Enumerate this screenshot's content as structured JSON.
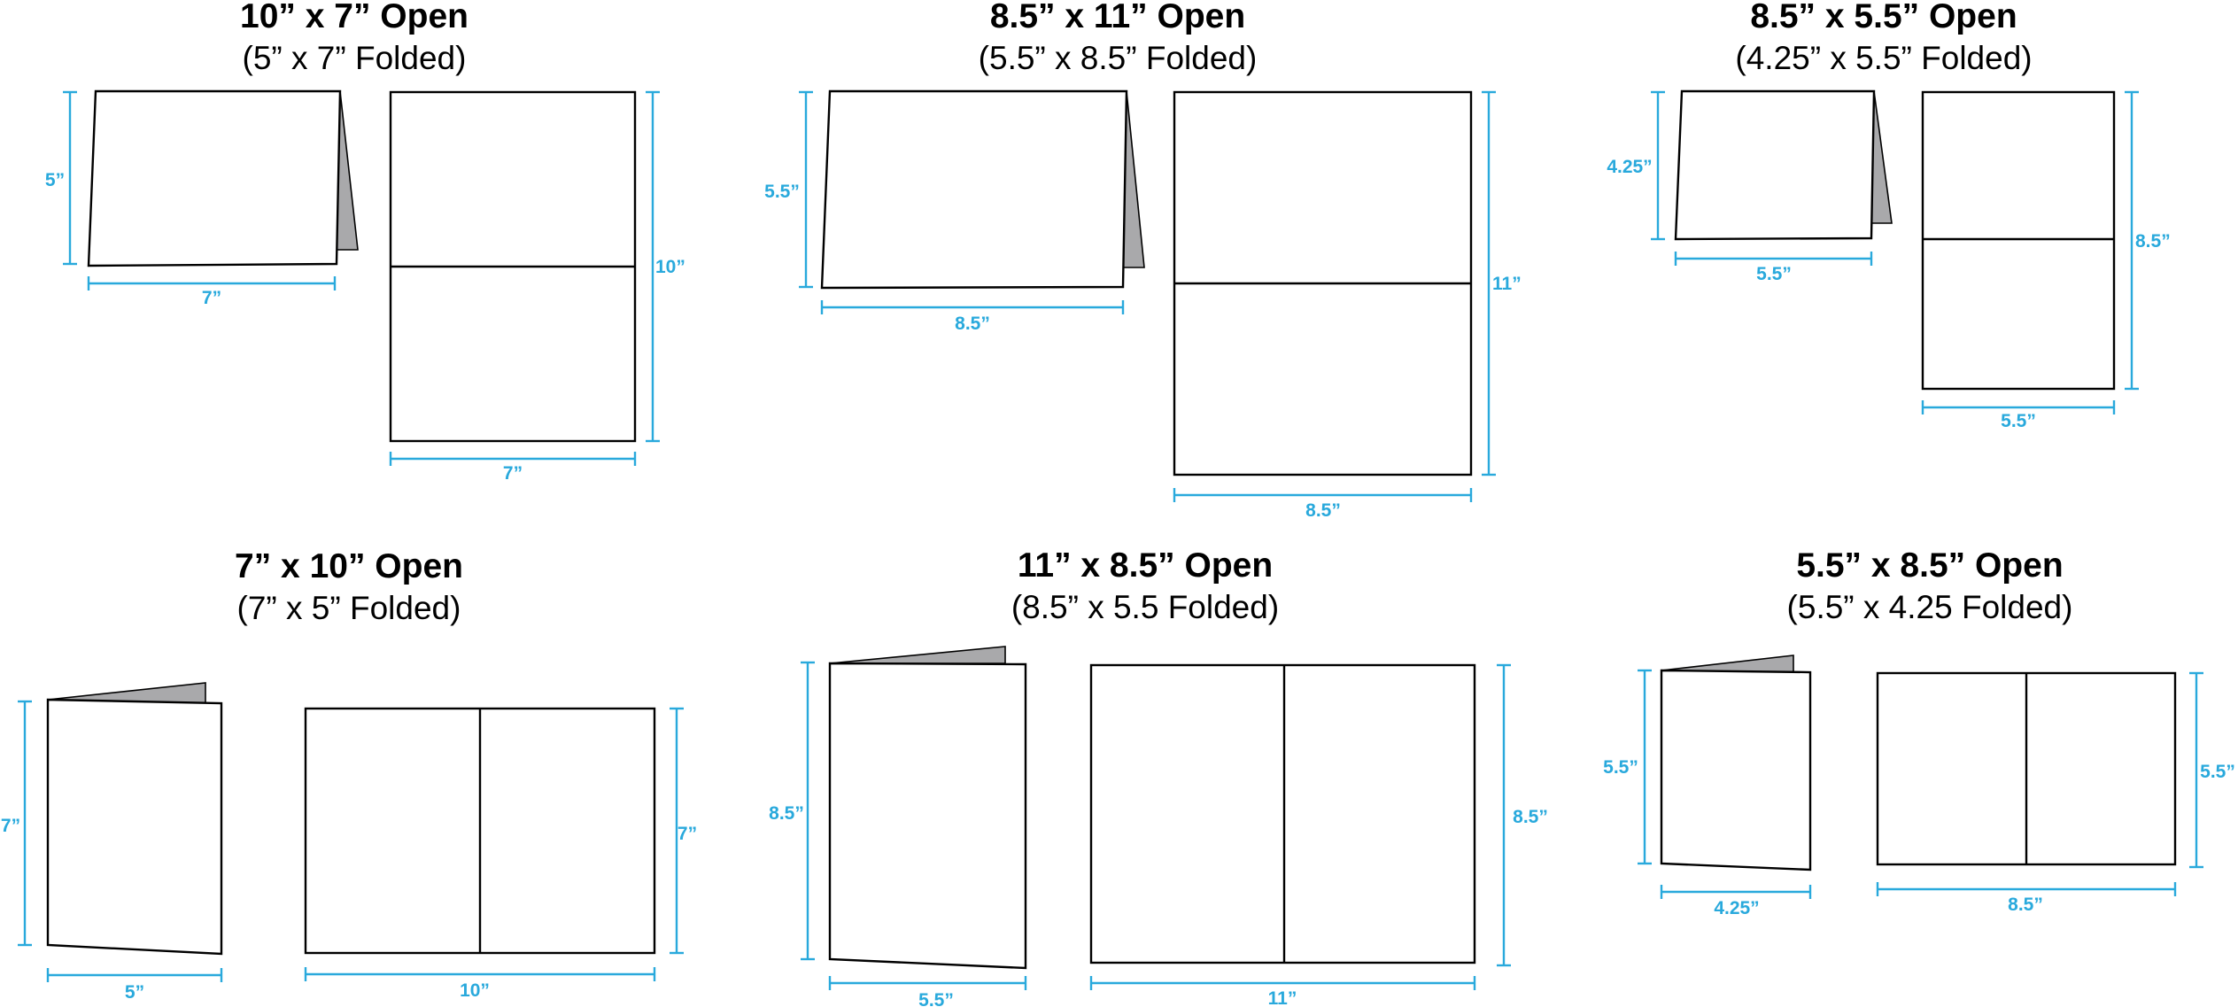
{
  "colors": {
    "dimension": "#29a9dc",
    "flap": "#a9a9ab",
    "outline": "#000000"
  },
  "panels": [
    {
      "title": "10” x 7” Open",
      "subtitle": "(5” x 7” Folded)",
      "folded": {
        "width_label": "7”",
        "height_label": "5”"
      },
      "open": {
        "width_label": "7”",
        "height_label": "10”"
      }
    },
    {
      "title": "8.5” x 11” Open",
      "subtitle": "(5.5” x 8.5” Folded)",
      "folded": {
        "width_label": "8.5”",
        "height_label": "5.5”"
      },
      "open": {
        "width_label": "8.5”",
        "height_label": "11”"
      }
    },
    {
      "title": "8.5” x 5.5” Open",
      "subtitle": "(4.25” x 5.5” Folded)",
      "folded": {
        "width_label": "5.5”",
        "height_label": "4.25”"
      },
      "open": {
        "width_label": "5.5”",
        "height_label": "8.5”"
      }
    },
    {
      "title": "7” x 10” Open",
      "subtitle": "(7” x 5” Folded)",
      "folded": {
        "width_label": "5”",
        "height_label": "7”"
      },
      "open": {
        "width_label": "10”",
        "height_label": "7”"
      }
    },
    {
      "title": "11” x 8.5” Open",
      "subtitle": "(8.5” x 5.5 Folded)",
      "folded": {
        "width_label": "5.5”",
        "height_label": "8.5”"
      },
      "open": {
        "width_label": "11”",
        "height_label": "8.5”"
      }
    },
    {
      "title": "5.5” x 8.5” Open",
      "subtitle": "(5.5” x 4.25 Folded)",
      "folded": {
        "width_label": "4.25”",
        "height_label": "5.5”"
      },
      "open": {
        "width_label": "8.5”",
        "height_label": "5.5”"
      }
    }
  ]
}
